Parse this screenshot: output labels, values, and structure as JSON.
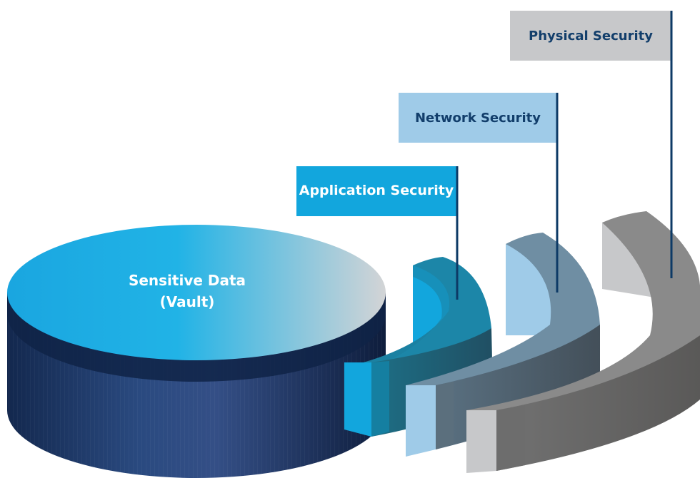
{
  "core": {
    "line1": "Sensitive Data",
    "line2": "(Vault)"
  },
  "layers": [
    {
      "label": "Application Security"
    },
    {
      "label": "Network Security"
    },
    {
      "label": "Physical Security"
    }
  ],
  "colors": {
    "vault_top_start": "#17a9e1",
    "vault_top_end": "#d0d3d6",
    "vault_side": "#15305a",
    "application_tag": "#12a6dd",
    "application_tag_text": "#ffffff",
    "network_tag": "#9fcbe8",
    "physical_tag": "#c7c8ca",
    "tag_text_dark": "#123e6b",
    "pole": "#0d3a66"
  }
}
